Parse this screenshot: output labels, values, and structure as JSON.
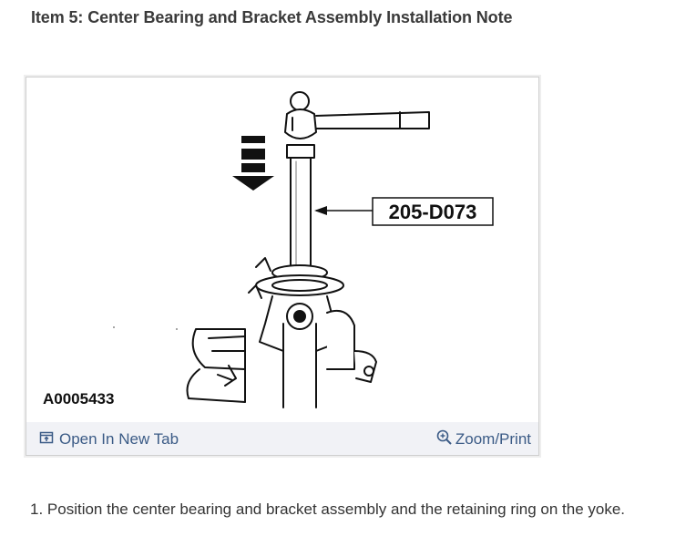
{
  "page": {
    "title": "Item 5: Center Bearing and Bracket Assembly Installation Note"
  },
  "figure": {
    "tool_callout": "205-D073",
    "image_code": "A0005433",
    "colors": {
      "border": "#cfcfcf",
      "toolbar_bg": "#f1f2f6",
      "link": "#3b5b86"
    }
  },
  "toolbar": {
    "open_label": "Open In New Tab",
    "open_icon": "open-new-tab-icon",
    "zoom_label": "Zoom/Print",
    "zoom_icon": "magnifier-icon"
  },
  "steps": [
    {
      "text": "1. Position the center bearing and bracket assembly and the retaining ring on the yoke."
    }
  ]
}
